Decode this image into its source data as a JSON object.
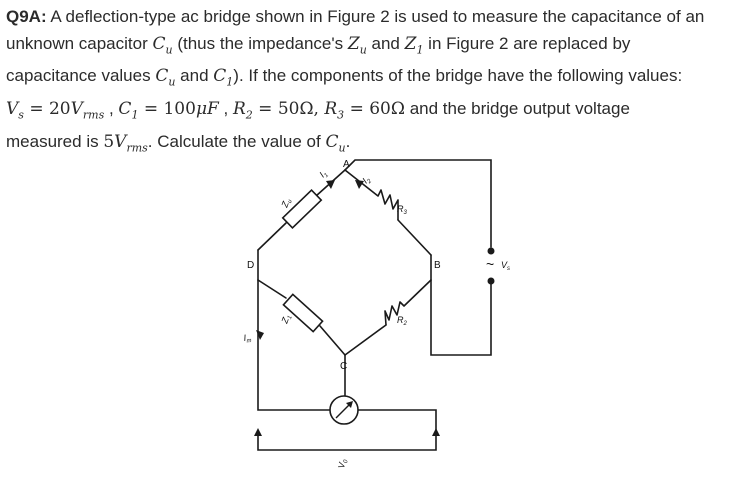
{
  "question": {
    "label": "Q9A:",
    "line1_a": "A deflection-type ac bridge shown in Figure 2 is used to measure the capacitance of an",
    "line2_a": "unknown capacitor",
    "sym_C": "C",
    "sub_u": "u",
    "line2_b": "(thus the impedance's",
    "sym_Z": "Z",
    "line2_c": "and",
    "sub_1": "1",
    "line2_d": "in Figure 2 are replaced by",
    "line3_a": "capacitance values",
    "line3_b": "and",
    "line3_c": "). If the components of the bridge have the following values:",
    "sym_V": "V",
    "sub_s": "s",
    "eq_vs": " = 20",
    "sub_rms": "rms",
    "sep": " , ",
    "eq_c1": " = 100",
    "unit_uF": "μF",
    "sym_R": "R",
    "sub_2": "2",
    "eq_r2": " = 50Ω, ",
    "sub_3": "3",
    "eq_r3": " = 60Ω",
    "line4_end": "and the bridge output voltage",
    "line5_a": "measured is",
    "line5_num": "5",
    "line5_b": ". Calculate the value of",
    "period": "."
  },
  "figure": {
    "node_a": "A",
    "node_b": "B",
    "node_c": "C",
    "node_d": "D",
    "i1": "I",
    "i1_sub": "1",
    "i2": "I",
    "i2_sub": "2",
    "zu": "Z",
    "zu_sub": "u",
    "z1": "Z",
    "z1_sub": "1",
    "r3": "R",
    "r3_sub": "3",
    "r2": "R",
    "r2_sub": "2",
    "im": "I",
    "im_sub": "m",
    "vs_tilde": "~",
    "vs": "V",
    "vs_sub": "s",
    "v0": "V",
    "v0_sub": "0"
  }
}
